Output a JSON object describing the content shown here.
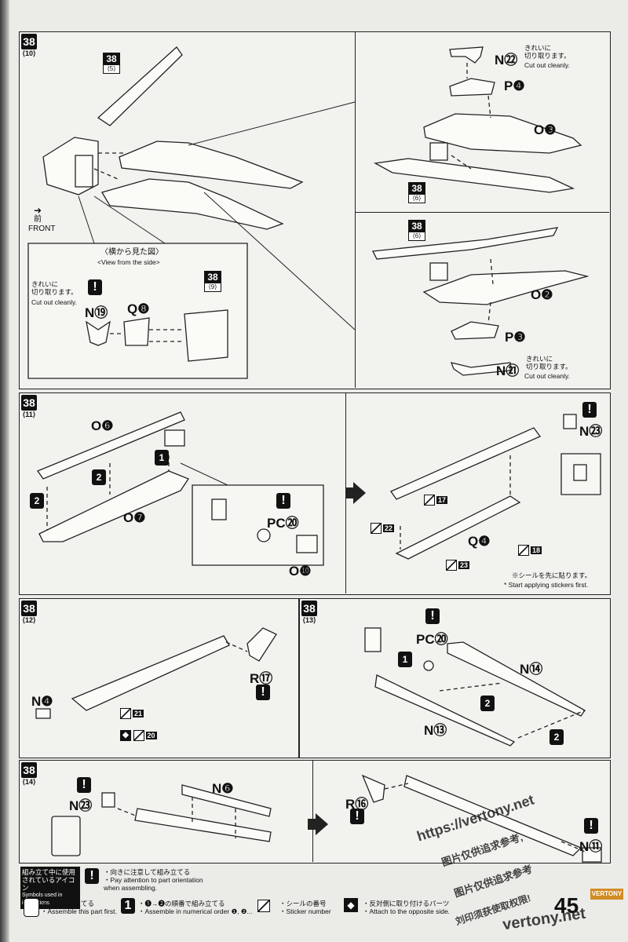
{
  "labels": {
    "cut_jp": "きれいに\n切り取ります。",
    "cut_en": "Cut out cleanly.",
    "side_view_jp": "〈横から見た図〉",
    "side_view_en": "<View from the side>",
    "front_jp": "前",
    "front_en": "FRONT",
    "sticker_note_jp": "※シールを先に貼ります。",
    "sticker_note_en": "* Start applying stickers first."
  },
  "steps": {
    "s10": {
      "num": "38",
      "sub": "⟨10⟩"
    },
    "s11": {
      "num": "38",
      "sub": "⟨11⟩"
    },
    "s12": {
      "num": "38",
      "sub": "⟨12⟩"
    },
    "s13": {
      "num": "38",
      "sub": "⟨13⟩"
    },
    "s14": {
      "num": "38",
      "sub": "⟨14⟩"
    }
  },
  "refs": {
    "r5": {
      "num": "38",
      "sub": "⟨5⟩"
    },
    "r9": {
      "num": "38",
      "sub": "⟨9⟩"
    },
    "r6a": {
      "num": "38",
      "sub": "⟨6⟩"
    },
    "r6b": {
      "num": "38",
      "sub": "⟨6⟩"
    }
  },
  "parts": {
    "n22": "N㉒",
    "p4": "P❹",
    "o3": "O❸",
    "o2": "O❷",
    "p3": "P❸",
    "n21": "N㉑",
    "n19": "N⑲",
    "q8": "Q❽",
    "o6": "O❻",
    "o7": "O❼",
    "pc20a": "PC⑳",
    "o10": "O❿",
    "n23a": "N㉓",
    "q4": "Q❹",
    "r17": "R⑰",
    "n4": "N❹",
    "pc20b": "PC⑳",
    "n14": "N⑭",
    "n13": "N⑬",
    "n23b": "N㉓",
    "n6": "N❻",
    "r16": "R⑯",
    "n11": "N⑪"
  },
  "stickers": {
    "s17": "17",
    "s18": "18",
    "s22": "22",
    "s23": "23",
    "s21": "21",
    "s20": "20"
  },
  "order_marks": {
    "one": "1",
    "two": "2"
  },
  "legend": {
    "icon_title_jp": "組み立て中に使用\nされているアイコン",
    "icon_title_en": "Symbols used in instructions",
    "first_jp": "・先に組み立てる",
    "first_en": "・Assemble this part first.",
    "numeric_jp": "・❶→❷の順番で組み立てる",
    "numeric_en": "・Assemble in numerical order ❶, ❷...",
    "orient_jp": "・向きに注意して組み立てる",
    "orient_en": "・Pay attention to part orientation\n  when assembling.",
    "sticker_jp": "・シールの番号",
    "sticker_en": "・Sticker number",
    "opposite_jp": "・反対側に取り付けるパーツ",
    "opposite_en": "・Attach to the opposite side."
  },
  "page_number": "45",
  "brand": "VERTONY",
  "watermarks": {
    "url": "https://vertony.net",
    "cn1": "图片仅供追求参考,",
    "cn2": "图片仅供追求参考",
    "cn3": "刘印须获使取权限!",
    "site": "vertony.net"
  }
}
